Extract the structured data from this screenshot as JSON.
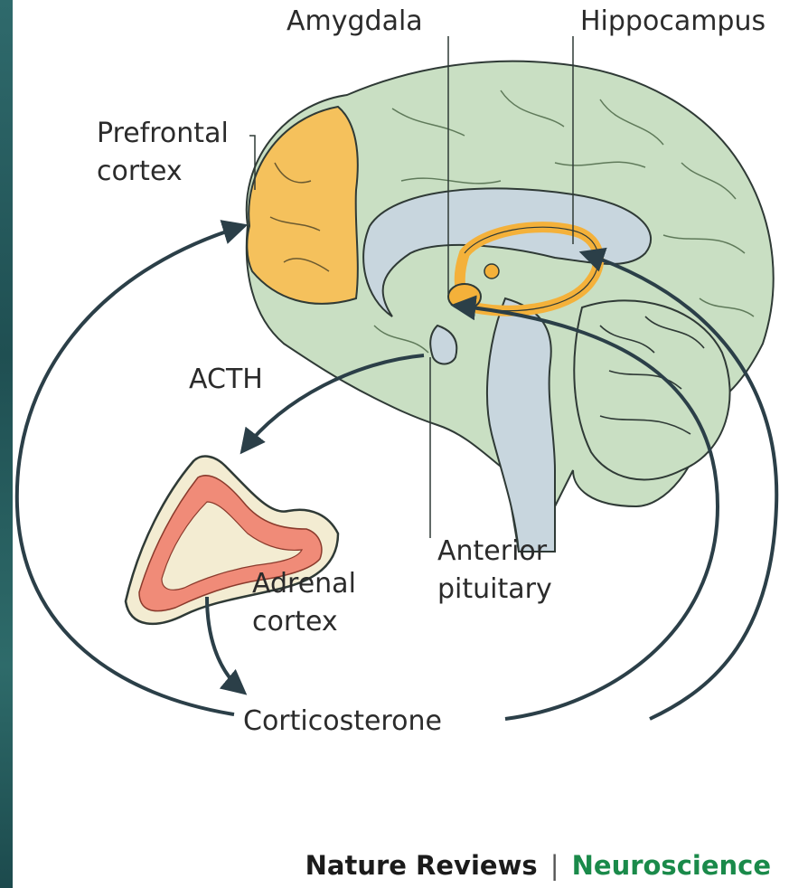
{
  "labels": {
    "amygdala": "Amygdala",
    "hippocampus": "Hippocampus",
    "prefrontal_line1": "Prefrontal",
    "prefrontal_line2": "cortex",
    "acth": "ACTH",
    "anterior_line1": "Anterior",
    "anterior_line2": "pituitary",
    "adrenal_line1": "Adrenal",
    "adrenal_line2": "cortex",
    "corticosterone": "Corticosterone"
  },
  "credit": {
    "journal": "Nature Reviews",
    "separator": "|",
    "section": "Neuroscience"
  },
  "colors": {
    "brain": "#c9dfc3",
    "prefrontal": "#f5c15c",
    "limbic": "#f4b13a",
    "ventricle": "#c8d6de",
    "adrenal_outer": "#f08b78",
    "adrenal_inner": "#f3ecd2",
    "arrow": "#2b3f48",
    "section_text": "#1a8a4a",
    "sidebar": "#2a5f61"
  }
}
